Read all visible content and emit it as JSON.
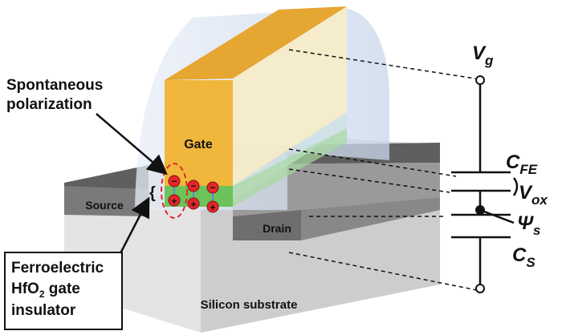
{
  "labels": {
    "gate": "Gate",
    "source": "Source",
    "drain": "Drain",
    "substrate": "Silicon substrate",
    "spontaneous": [
      "Spontaneous",
      "polarization"
    ],
    "ferroelectric": [
      "Ferroelectric",
      "HfO",
      "2",
      " gate",
      "insulator"
    ],
    "vg": {
      "main": "V",
      "sub": "g"
    },
    "cfe": {
      "main": "C",
      "sub": "FE"
    },
    "vox": {
      "main": "V",
      "sub": "ox"
    },
    "psis": {
      "main": "Ψ",
      "sub": "s"
    },
    "cs": {
      "main": "C",
      "sub": "S"
    }
  },
  "colors": {
    "gate": "#f0b73c",
    "gate_side": "#f5ecc8",
    "spacer": "#d6e0ef",
    "ferroelectric": "#6bc35a",
    "substrate_top": "#d2d2d2",
    "substrate_front": "#e2e2e2",
    "substrate_side": "#c8c8c8",
    "contact_dark": "#6e6e6e",
    "dipole_red": "#e2262c",
    "highlight_ellipse": "#e2262c"
  },
  "dipole_signs": {
    "top": "−",
    "bottom": "+"
  }
}
